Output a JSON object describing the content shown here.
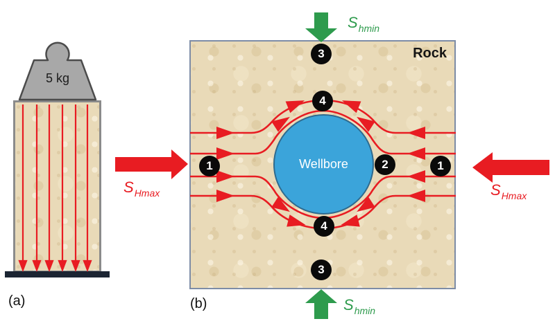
{
  "figure": {
    "panel_a": {
      "label": "(a)",
      "weight_label": "5 kg"
    },
    "panel_b": {
      "label": "(b)",
      "rock_label": "Rock",
      "wellbore_label": "Wellbore",
      "markers": [
        {
          "id": "left-of-wellbore-far",
          "value": "1"
        },
        {
          "id": "right-of-wellbore",
          "value": "2"
        },
        {
          "id": "right-of-wellbore-far",
          "value": "1"
        },
        {
          "id": "top-of-wellbore",
          "value": "4"
        },
        {
          "id": "bottom-of-wellbore",
          "value": "4"
        },
        {
          "id": "top-boundary",
          "value": "3"
        },
        {
          "id": "bottom-boundary",
          "value": "3"
        }
      ]
    },
    "stress": {
      "shmax_left": {
        "main": "S",
        "sub": "Hmax"
      },
      "shmax_right": {
        "main": "S",
        "sub": "Hmax"
      },
      "shmin_top": {
        "main": "S",
        "sub": "hmin"
      },
      "shmin_bottom": {
        "main": "S",
        "sub": "hmin"
      }
    },
    "colors": {
      "stress_red": "#e81c22",
      "stress_green": "#2e9b4d",
      "wellbore_blue": "#3ba4da",
      "rock_tan": "#e9dab8",
      "weight_gray": "#a8a8a8",
      "base_navy": "#1c2533"
    }
  }
}
